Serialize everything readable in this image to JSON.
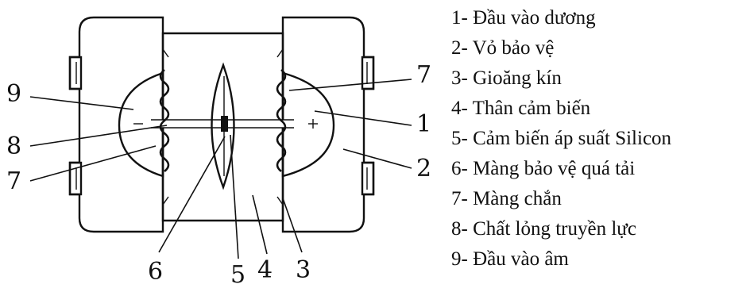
{
  "callouts": {
    "left_top": "9",
    "left_mid": "8",
    "left_bottom": "7",
    "right_top": "7",
    "right_mid": "1",
    "right_bottom": "2",
    "bottom_a": "6",
    "bottom_b": "5",
    "bottom_c": "4",
    "bottom_d": "3"
  },
  "legend": [
    "1- Đầu vào dương",
    "2- Vỏ bảo vệ",
    "3- Gioăng kín",
    "4- Thân cảm biến",
    "5- Cảm biến áp suất Silicon",
    "6- Màng bảo vệ quá tải",
    "7- Màng chắn",
    "8- Chất lỏng truyền lực",
    "9- Đầu vào âm"
  ],
  "colors": {
    "ink": "#111111",
    "background": "#ffffff"
  }
}
